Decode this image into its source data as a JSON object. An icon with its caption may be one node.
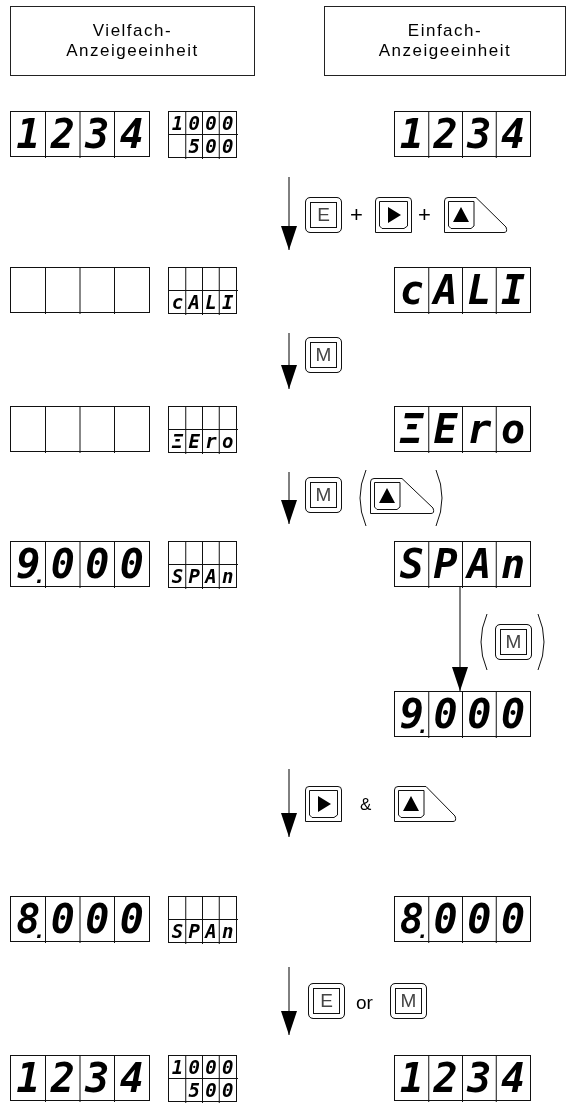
{
  "diagram": {
    "nodes": [
      {
        "text": [
          "Vielfach- Anzeigeeinheit"
        ]
      },
      {
        "text": [
          "Einfach- Anzeigeeinheit"
        ]
      },
      {
        "text": [
          "1234"
        ]
      },
      {
        "text": [
          "1000",
          "500"
        ]
      },
      {
        "text": [
          "1234"
        ]
      },
      {
        "text": [],
        "shape": "box"
      },
      {
        "text": [
          "cALI"
        ]
      },
      {
        "text": [
          "cALI"
        ]
      },
      {
        "text": [],
        "shape": "box"
      },
      {
        "text": [
          "ΞEro"
        ]
      },
      {
        "text": [
          "ΞEro"
        ]
      },
      {
        "text": [
          "9.000"
        ]
      },
      {
        "text": [
          "SPAn"
        ]
      },
      {
        "text": [
          "SPAn"
        ]
      },
      {
        "text": [
          "9.000"
        ]
      },
      {
        "text": [
          "8.000"
        ]
      },
      {
        "text": [
          "SPAn"
        ]
      },
      {
        "text": [
          "8.000"
        ]
      },
      {
        "text": [
          "1234"
        ]
      },
      {
        "text": [
          "1000",
          "500"
        ]
      },
      {
        "text": [
          "1234"
        ]
      }
    ],
    "edges": [
      {
        "from": 13,
        "to": 14,
        "arrow": "to"
      }
    ],
    "labels": [
      "E",
      "+",
      "+",
      "M",
      "M",
      "M",
      "&",
      "E",
      "or",
      "M"
    ]
  }
}
